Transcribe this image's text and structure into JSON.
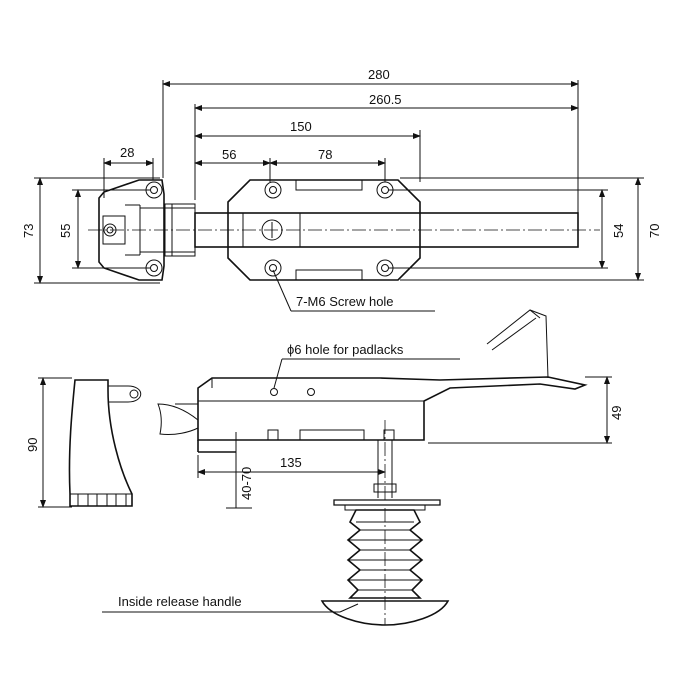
{
  "dimensions": {
    "overall_length": "280",
    "bar_length": "260.5",
    "body_length": "150",
    "hole_offset": "56",
    "hole_pitch": "78",
    "keeper_width": "28",
    "keeper_height_outer": "73",
    "keeper_hole_pitch": "55",
    "body_hole_pitch": "54",
    "body_height": "70",
    "side_height": "90",
    "handle_height": "49",
    "spindle_offset": "135",
    "door_thickness": "40-70"
  },
  "annotations": {
    "screw_holes": "7-M6 Screw hole",
    "padlock_hole": "ϕ6  hole for padlacks",
    "inside_handle": "Inside release handle"
  }
}
